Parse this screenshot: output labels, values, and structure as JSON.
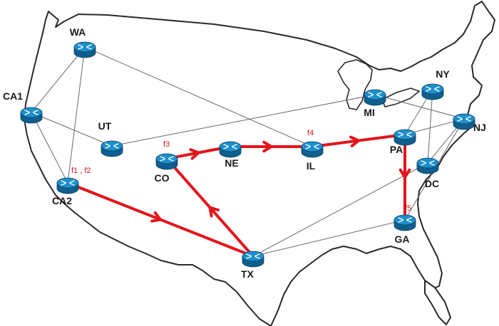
{
  "colors": {
    "router_top": "#1d8fcc",
    "router_side": "#0f5e8e",
    "flow": "#e3141b",
    "link": "#6a6a6a"
  },
  "routers": [
    {
      "id": "CA1",
      "label": "CA1"
    },
    {
      "id": "WA",
      "label": "WA"
    },
    {
      "id": "UT",
      "label": "UT"
    },
    {
      "id": "CA2",
      "label": "CA2"
    },
    {
      "id": "CO",
      "label": "CO"
    },
    {
      "id": "NE",
      "label": "NE"
    },
    {
      "id": "IL",
      "label": "IL"
    },
    {
      "id": "TX",
      "label": "TX"
    },
    {
      "id": "MI",
      "label": "MI"
    },
    {
      "id": "NY",
      "label": "NY"
    },
    {
      "id": "NJ",
      "label": "NJ"
    },
    {
      "id": "PA",
      "label": "PA"
    },
    {
      "id": "DC",
      "label": "DC"
    },
    {
      "id": "GA",
      "label": "GA"
    }
  ],
  "flow_labels": {
    "ca2": "f1 , f2",
    "co": "f3",
    "il": "f4",
    "ga": "f5"
  },
  "links": [
    [
      "CA1",
      "WA"
    ],
    [
      "CA1",
      "CA2"
    ],
    [
      "CA1",
      "UT"
    ],
    [
      "WA",
      "CA2"
    ],
    [
      "WA",
      "IL"
    ],
    [
      "UT",
      "MI"
    ],
    [
      "CA2",
      "TX"
    ],
    [
      "TX",
      "CO"
    ],
    [
      "TX",
      "DC"
    ],
    [
      "TX",
      "GA"
    ],
    [
      "CO",
      "NE"
    ],
    [
      "NE",
      "IL"
    ],
    [
      "IL",
      "PA"
    ],
    [
      "PA",
      "NY"
    ],
    [
      "PA",
      "NJ"
    ],
    [
      "PA",
      "GA"
    ],
    [
      "NY",
      "DC"
    ],
    [
      "NJ",
      "DC"
    ],
    [
      "MI",
      "NJ"
    ],
    [
      "NJ",
      "GA"
    ]
  ],
  "flow_path": [
    "CA2",
    "TX",
    "CO",
    "NE",
    "IL",
    "PA",
    "GA"
  ]
}
